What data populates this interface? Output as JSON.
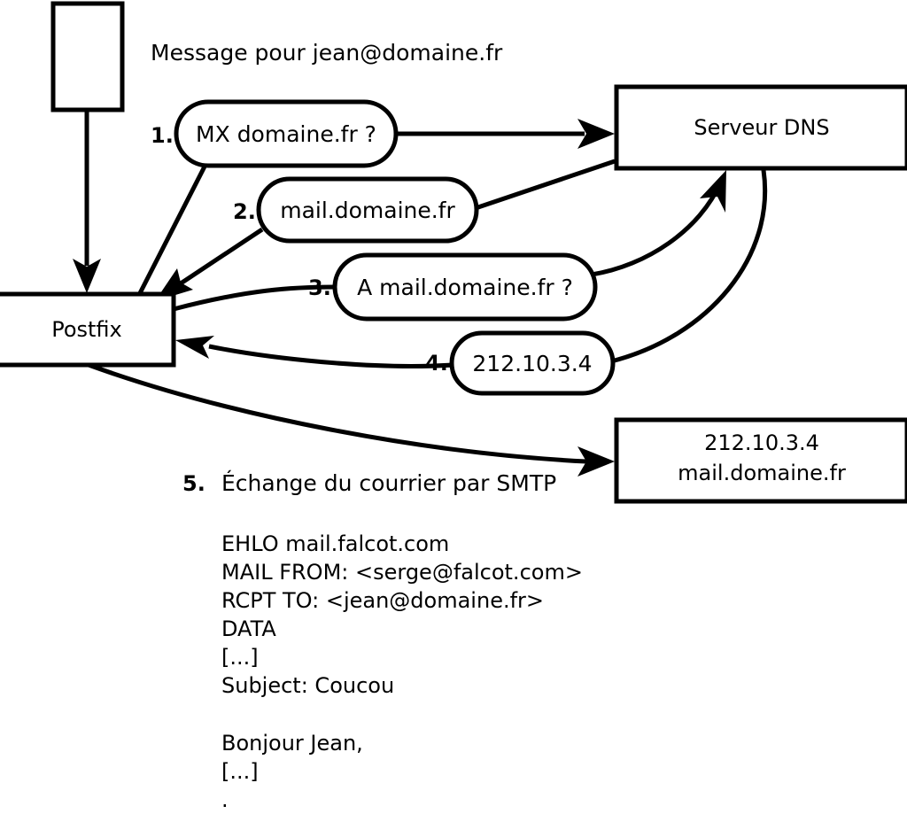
{
  "diagram": {
    "title": "Message pour jean@domaine.fr",
    "nodes": {
      "source": {
        "label": ""
      },
      "postfix": {
        "label": "Postfix"
      },
      "dns": {
        "label": "Serveur DNS"
      },
      "target": {
        "line1": "212.10.3.4",
        "line2": "mail.domaine.fr"
      }
    },
    "steps": [
      {
        "num": "1.",
        "text": "MX domaine.fr ?"
      },
      {
        "num": "2.",
        "text": "mail.domaine.fr"
      },
      {
        "num": "3.",
        "text": "A mail.domaine.fr ?"
      },
      {
        "num": "4.",
        "text": "212.10.3.4"
      }
    ],
    "step5": {
      "num": "5.",
      "text": "Échange du courrier par SMTP"
    },
    "transcript": [
      "EHLO mail.falcot.com",
      "MAIL FROM: <serge@falcot.com>",
      "RCPT TO: <jean@domaine.fr>",
      "DATA",
      "[...]",
      "Subject: Coucou",
      "",
      "Bonjour Jean,",
      "[...]",
      "."
    ],
    "colors": {
      "stroke": "#000000",
      "fill": "#ffffff",
      "text": "#000000"
    }
  }
}
